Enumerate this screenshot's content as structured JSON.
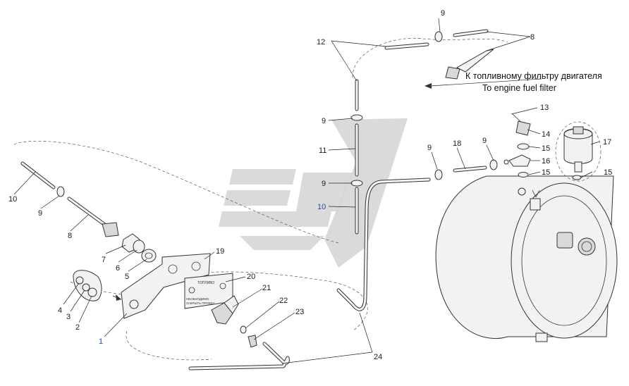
{
  "caption": {
    "ru": "К топливному фильтру двигателя",
    "en": "To engine fuel filter"
  },
  "plate_text": {
    "title": "ТОПЛИВО",
    "line1": "НЕОБХОДИМО",
    "line2": "ЗАКРЫТЬ ПРОБКУ"
  },
  "labels": {
    "l1": "1",
    "l2": "2",
    "l3": "3",
    "l4": "4",
    "l5": "5",
    "l6": "6",
    "l7": "7",
    "l8a": "8",
    "l8b": "8",
    "l9a": "9",
    "l9b": "9",
    "l9c": "9",
    "l9d": "9",
    "l9e": "9",
    "l9f": "9",
    "l10a": "10",
    "l10b": "10",
    "l11": "11",
    "l12": "12",
    "l13": "13",
    "l14": "14",
    "l15a": "15",
    "l15b": "15",
    "l15c": "15",
    "l16": "16",
    "l17": "17",
    "l18": "18",
    "l19": "19",
    "l20": "20",
    "l21": "21",
    "l22": "22",
    "l23": "23",
    "l24": "24"
  },
  "colors": {
    "line": "#333333",
    "label_blue": "#1f4fa8",
    "watermark": "#d3d3d3"
  }
}
